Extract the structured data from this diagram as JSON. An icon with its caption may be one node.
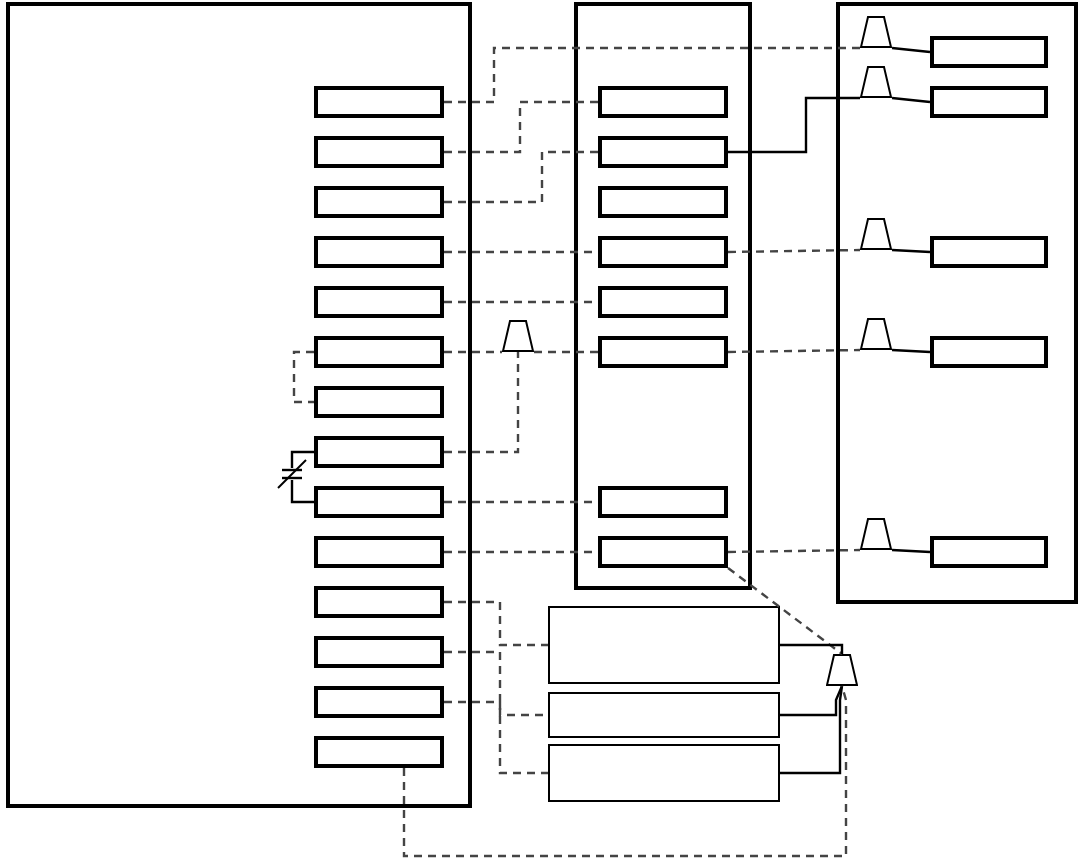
{
  "diagram": {
    "nodes": [
      {
        "text": [],
        "shape": "box"
      },
      {
        "text": [],
        "shape": "box",
        "in": 0
      },
      {
        "text": [],
        "shape": "box",
        "in": 0
      },
      {
        "text": [],
        "shape": "box",
        "in": 0
      },
      {
        "text": [],
        "shape": "box",
        "in": 0
      },
      {
        "text": [],
        "shape": "box",
        "in": 0
      },
      {
        "text": [],
        "shape": "box",
        "in": 0
      },
      {
        "text": [],
        "shape": "box",
        "in": 0
      },
      {
        "text": [],
        "shape": "box",
        "in": 0
      },
      {
        "text": [],
        "shape": "box",
        "in": 0
      },
      {
        "text": [],
        "shape": "box",
        "in": 0
      },
      {
        "text": [],
        "shape": "box",
        "in": 0
      },
      {
        "text": [],
        "shape": "box",
        "in": 0
      },
      {
        "text": [],
        "shape": "box",
        "in": 0
      },
      {
        "text": [],
        "shape": "box",
        "in": 0
      },
      {
        "text": [],
        "shape": "box"
      },
      {
        "text": [],
        "shape": "box",
        "in": 15
      },
      {
        "text": [],
        "shape": "box",
        "in": 15
      },
      {
        "text": [],
        "shape": "box",
        "in": 15
      },
      {
        "text": [],
        "shape": "box",
        "in": 15
      },
      {
        "text": [],
        "shape": "box",
        "in": 15
      },
      {
        "text": [],
        "shape": "box",
        "in": 15
      },
      {
        "text": [],
        "shape": "box",
        "in": 15
      },
      {
        "text": [],
        "shape": "box",
        "in": 15
      },
      {
        "text": [],
        "shape": "box"
      },
      {
        "text": [],
        "shape": "trapezoid",
        "in": 24
      },
      {
        "text": [],
        "shape": "box",
        "in": 24
      },
      {
        "text": [],
        "shape": "trapezoid",
        "in": 24
      },
      {
        "text": [],
        "shape": "box",
        "in": 24
      },
      {
        "text": [],
        "shape": "trapezoid",
        "in": 24
      },
      {
        "text": [],
        "shape": "box",
        "in": 24
      },
      {
        "text": [],
        "shape": "trapezoid",
        "in": 24
      },
      {
        "text": [],
        "shape": "box",
        "in": 24
      },
      {
        "text": [],
        "shape": "trapezoid",
        "in": 24
      },
      {
        "text": [],
        "shape": "box",
        "in": 24
      },
      {
        "text": [],
        "shape": "trapezoid"
      },
      {
        "text": [],
        "shape": "box"
      },
      {
        "text": [],
        "shape": "box"
      },
      {
        "text": [],
        "shape": "box"
      },
      {
        "text": [],
        "shape": "trapezoid"
      }
    ],
    "edges": [
      {
        "from": 1,
        "to": 25,
        "arrow": "none",
        "style": "dashed"
      },
      {
        "from": 25,
        "to": 26,
        "arrow": "none"
      },
      {
        "from": 2,
        "to": 16,
        "arrow": "none",
        "style": "dashed"
      },
      {
        "from": 3,
        "to": 17,
        "arrow": "none",
        "style": "dashed"
      },
      {
        "from": 17,
        "to": 27,
        "arrow": "none"
      },
      {
        "from": 27,
        "to": 28,
        "arrow": "none"
      },
      {
        "from": 4,
        "to": 19,
        "arrow": "none",
        "style": "dashed"
      },
      {
        "from": 19,
        "to": 29,
        "arrow": "none",
        "style": "dashed"
      },
      {
        "from": 29,
        "to": 30,
        "arrow": "none"
      },
      {
        "from": 5,
        "to": 20,
        "arrow": "none",
        "style": "dashed"
      },
      {
        "from": 6,
        "to": 35,
        "arrow": "none",
        "style": "dashed"
      },
      {
        "from": 35,
        "to": 21,
        "arrow": "none",
        "style": "dashed"
      },
      {
        "from": 8,
        "to": 35,
        "arrow": "none",
        "style": "dashed"
      },
      {
        "from": 21,
        "to": 31,
        "arrow": "none",
        "style": "dashed"
      },
      {
        "from": 31,
        "to": 32,
        "arrow": "none"
      },
      {
        "from": 6,
        "to": 7,
        "arrow": "none",
        "style": "dashed"
      },
      {
        "from": 8,
        "to": 9,
        "arrow": "none"
      },
      {
        "from": 9,
        "to": 22,
        "arrow": "none",
        "style": "dashed"
      },
      {
        "from": 10,
        "to": 23,
        "arrow": "none",
        "style": "dashed"
      },
      {
        "from": 23,
        "to": 33,
        "arrow": "none",
        "style": "dashed"
      },
      {
        "from": 33,
        "to": 34,
        "arrow": "none"
      },
      {
        "from": 23,
        "to": 39,
        "arrow": "none",
        "style": "dashed"
      },
      {
        "from": 11,
        "to": 36,
        "arrow": "none",
        "style": "dashed"
      },
      {
        "from": 12,
        "to": 37,
        "arrow": "none",
        "style": "dashed"
      },
      {
        "from": 13,
        "to": 38,
        "arrow": "none",
        "style": "dashed"
      },
      {
        "from": 36,
        "to": 39,
        "arrow": "none"
      },
      {
        "from": 37,
        "to": 39,
        "arrow": "none"
      },
      {
        "from": 38,
        "to": 39,
        "arrow": "none"
      },
      {
        "from": 14,
        "to": 39,
        "arrow": "none",
        "style": "dashed"
      }
    ]
  }
}
